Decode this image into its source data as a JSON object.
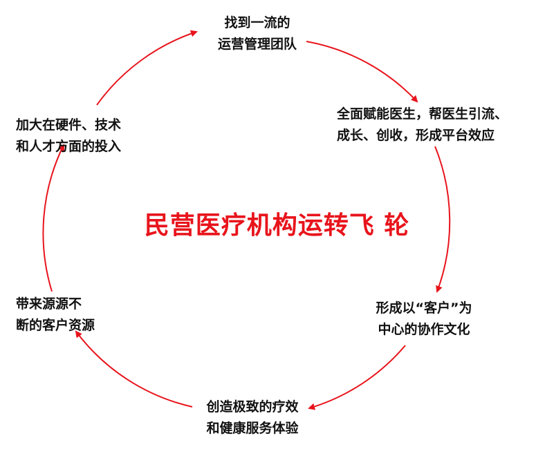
{
  "title": "民营医疗机构运转飞 轮",
  "accent_color": "#e8141c",
  "nodes": [
    {
      "lines": [
        "找到一流的",
        "运营管理团队"
      ]
    },
    {
      "lines": [
        "全面赋能医生，帮医生引流、",
        "成长、创收，形成平台效应"
      ]
    },
    {
      "lines": [
        "形成以“客户”为",
        "中心的协作文化"
      ]
    },
    {
      "lines": [
        "创造极致的疗效",
        "和健康服务体验"
      ]
    },
    {
      "lines": [
        "带来源源不",
        "断的客户资源"
      ]
    },
    {
      "lines": [
        "加大在硬件、技术",
        "和人才方面的投入"
      ]
    }
  ]
}
